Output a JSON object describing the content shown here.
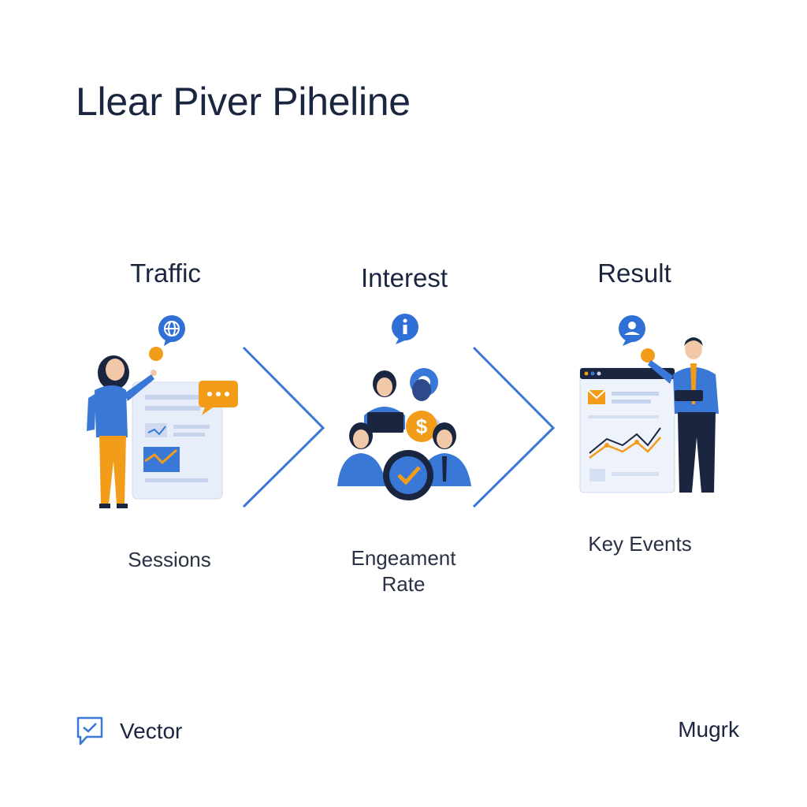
{
  "header": {
    "title": "Llear Piver Pihel­ine"
  },
  "stages": [
    {
      "title": "Traffic",
      "metric": "Sessions",
      "icon": "globe-icon"
    },
    {
      "title": "Interest",
      "metric_line1": "Engeament",
      "metric_line2": "Rate",
      "icon": "info-icon"
    },
    {
      "title": "Result",
      "metric": "Key Events",
      "icon": "user-icon"
    }
  ],
  "footer": {
    "left_label": "Vector",
    "left_icon": "chat-check-icon",
    "right_label": "Mugrk"
  },
  "colors": {
    "accent_blue": "#3a78d8",
    "accent_orange": "#f39c1a",
    "navy": "#1a2540"
  }
}
